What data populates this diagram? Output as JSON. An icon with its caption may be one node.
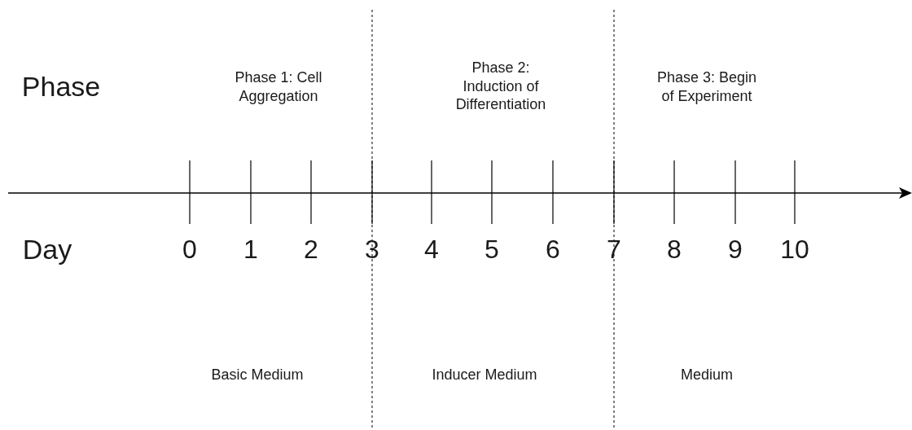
{
  "diagram": {
    "labels": [
      "Phase",
      "Phase 1: Cell Aggregation",
      "Phase 2: Induction of Differentiation",
      "Phase 3: Begin of Experiment",
      "Day",
      "0",
      "1",
      "2",
      "3",
      "4",
      "5",
      "6",
      "7",
      "8",
      "9",
      "10",
      "Basic Medium",
      "Inducer Medium",
      "Medium"
    ]
  }
}
